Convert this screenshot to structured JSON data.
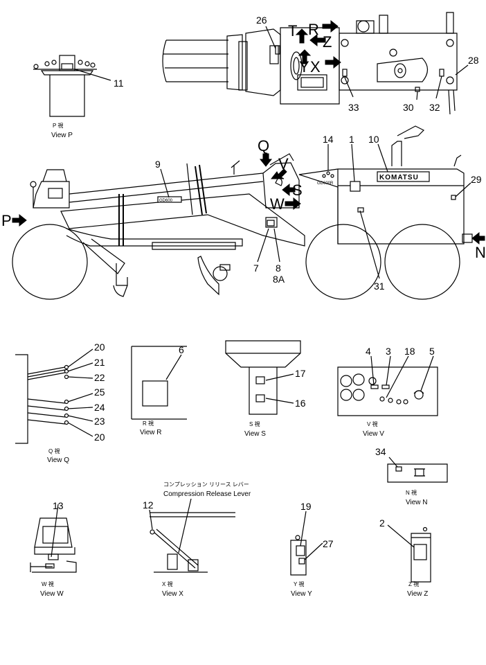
{
  "callouts": {
    "c1": "1",
    "c2": "2",
    "c3": "3",
    "c4": "4",
    "c5": "5",
    "c6": "6",
    "c7": "7",
    "c8": "8",
    "c8a": "8A",
    "c9": "9",
    "c10": "10",
    "c11": "11",
    "c12": "12",
    "c13": "13",
    "c14": "14",
    "c16": "16",
    "c17": "17",
    "c18": "18",
    "c19": "19",
    "c20a": "20",
    "c20b": "20",
    "c21": "21",
    "c22": "22",
    "c23": "23",
    "c24": "24",
    "c25": "25",
    "c26": "26",
    "c27": "27",
    "c28": "28",
    "c29": "29",
    "c30": "30",
    "c31": "31",
    "c32": "32",
    "c33": "33",
    "c34": "34"
  },
  "arrow_letters": {
    "P": "P",
    "N": "N",
    "Q": "Q",
    "V": "V",
    "S": "S",
    "W": "W",
    "T": "T",
    "R": "R",
    "Z": "Z",
    "Y": "Y",
    "X": "X"
  },
  "views": {
    "p": {
      "jp": "P 視",
      "en": "View P"
    },
    "q": {
      "jp": "Q 視",
      "en": "View Q"
    },
    "r": {
      "jp": "R 視",
      "en": "View R"
    },
    "s": {
      "jp": "S 視",
      "en": "View S"
    },
    "v": {
      "jp": "V 視",
      "en": "View V"
    },
    "n": {
      "jp": "N 視",
      "en": "View N"
    },
    "w": {
      "jp": "W 視",
      "en": "View W"
    },
    "x": {
      "jp": "X 視",
      "en": "View X"
    },
    "y": {
      "jp": "Y 視",
      "en": "View Y"
    },
    "z": {
      "jp": "Z 視",
      "en": "View Z"
    }
  },
  "compression_lever": {
    "jp": "コンプレッション リリース レバー",
    "en": "Compression Release Lever"
  },
  "machine": {
    "brand": "KOMATSU",
    "label_9": "GD600",
    "label_14": "GD600R"
  }
}
